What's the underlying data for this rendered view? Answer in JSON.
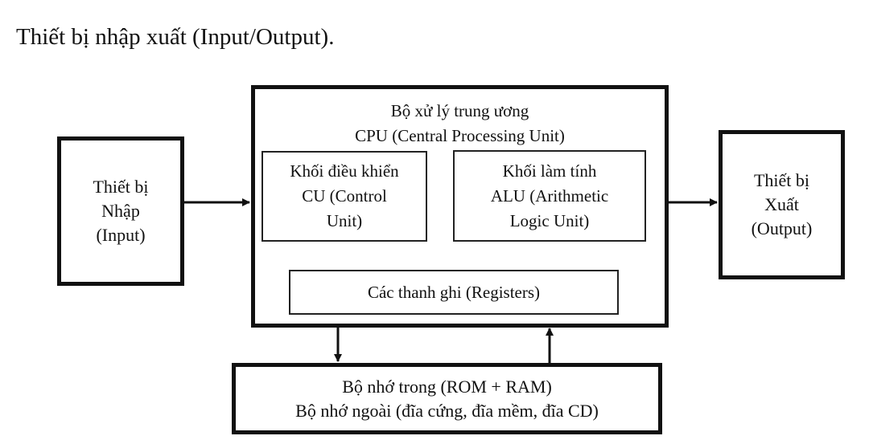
{
  "heading": "Thiết bị nhập xuất (Input/Output).",
  "diagram": {
    "input_box": {
      "lines": [
        "Thiết bị",
        "Nhập",
        "(Input)"
      ]
    },
    "cpu_box": {
      "lines": [
        "Bộ xử lý trung ương",
        "CPU (Central Processing Unit)"
      ]
    },
    "cu_box": {
      "lines": [
        "Khối điều khiển",
        "CU (Control",
        "Unit)"
      ]
    },
    "alu_box": {
      "lines": [
        "Khối làm tính",
        "ALU (Arithmetic",
        "Logic Unit)"
      ]
    },
    "registers_box": {
      "label": "Các thanh ghi (Registers)"
    },
    "output_box": {
      "lines": [
        "Thiết bị",
        "Xuất",
        "(Output)"
      ]
    },
    "memory_box": {
      "lines": [
        "Bộ nhớ trong (ROM + RAM)",
        "Bộ nhớ ngoài (đĩa cứng, đĩa mềm, đĩa CD)"
      ]
    }
  }
}
